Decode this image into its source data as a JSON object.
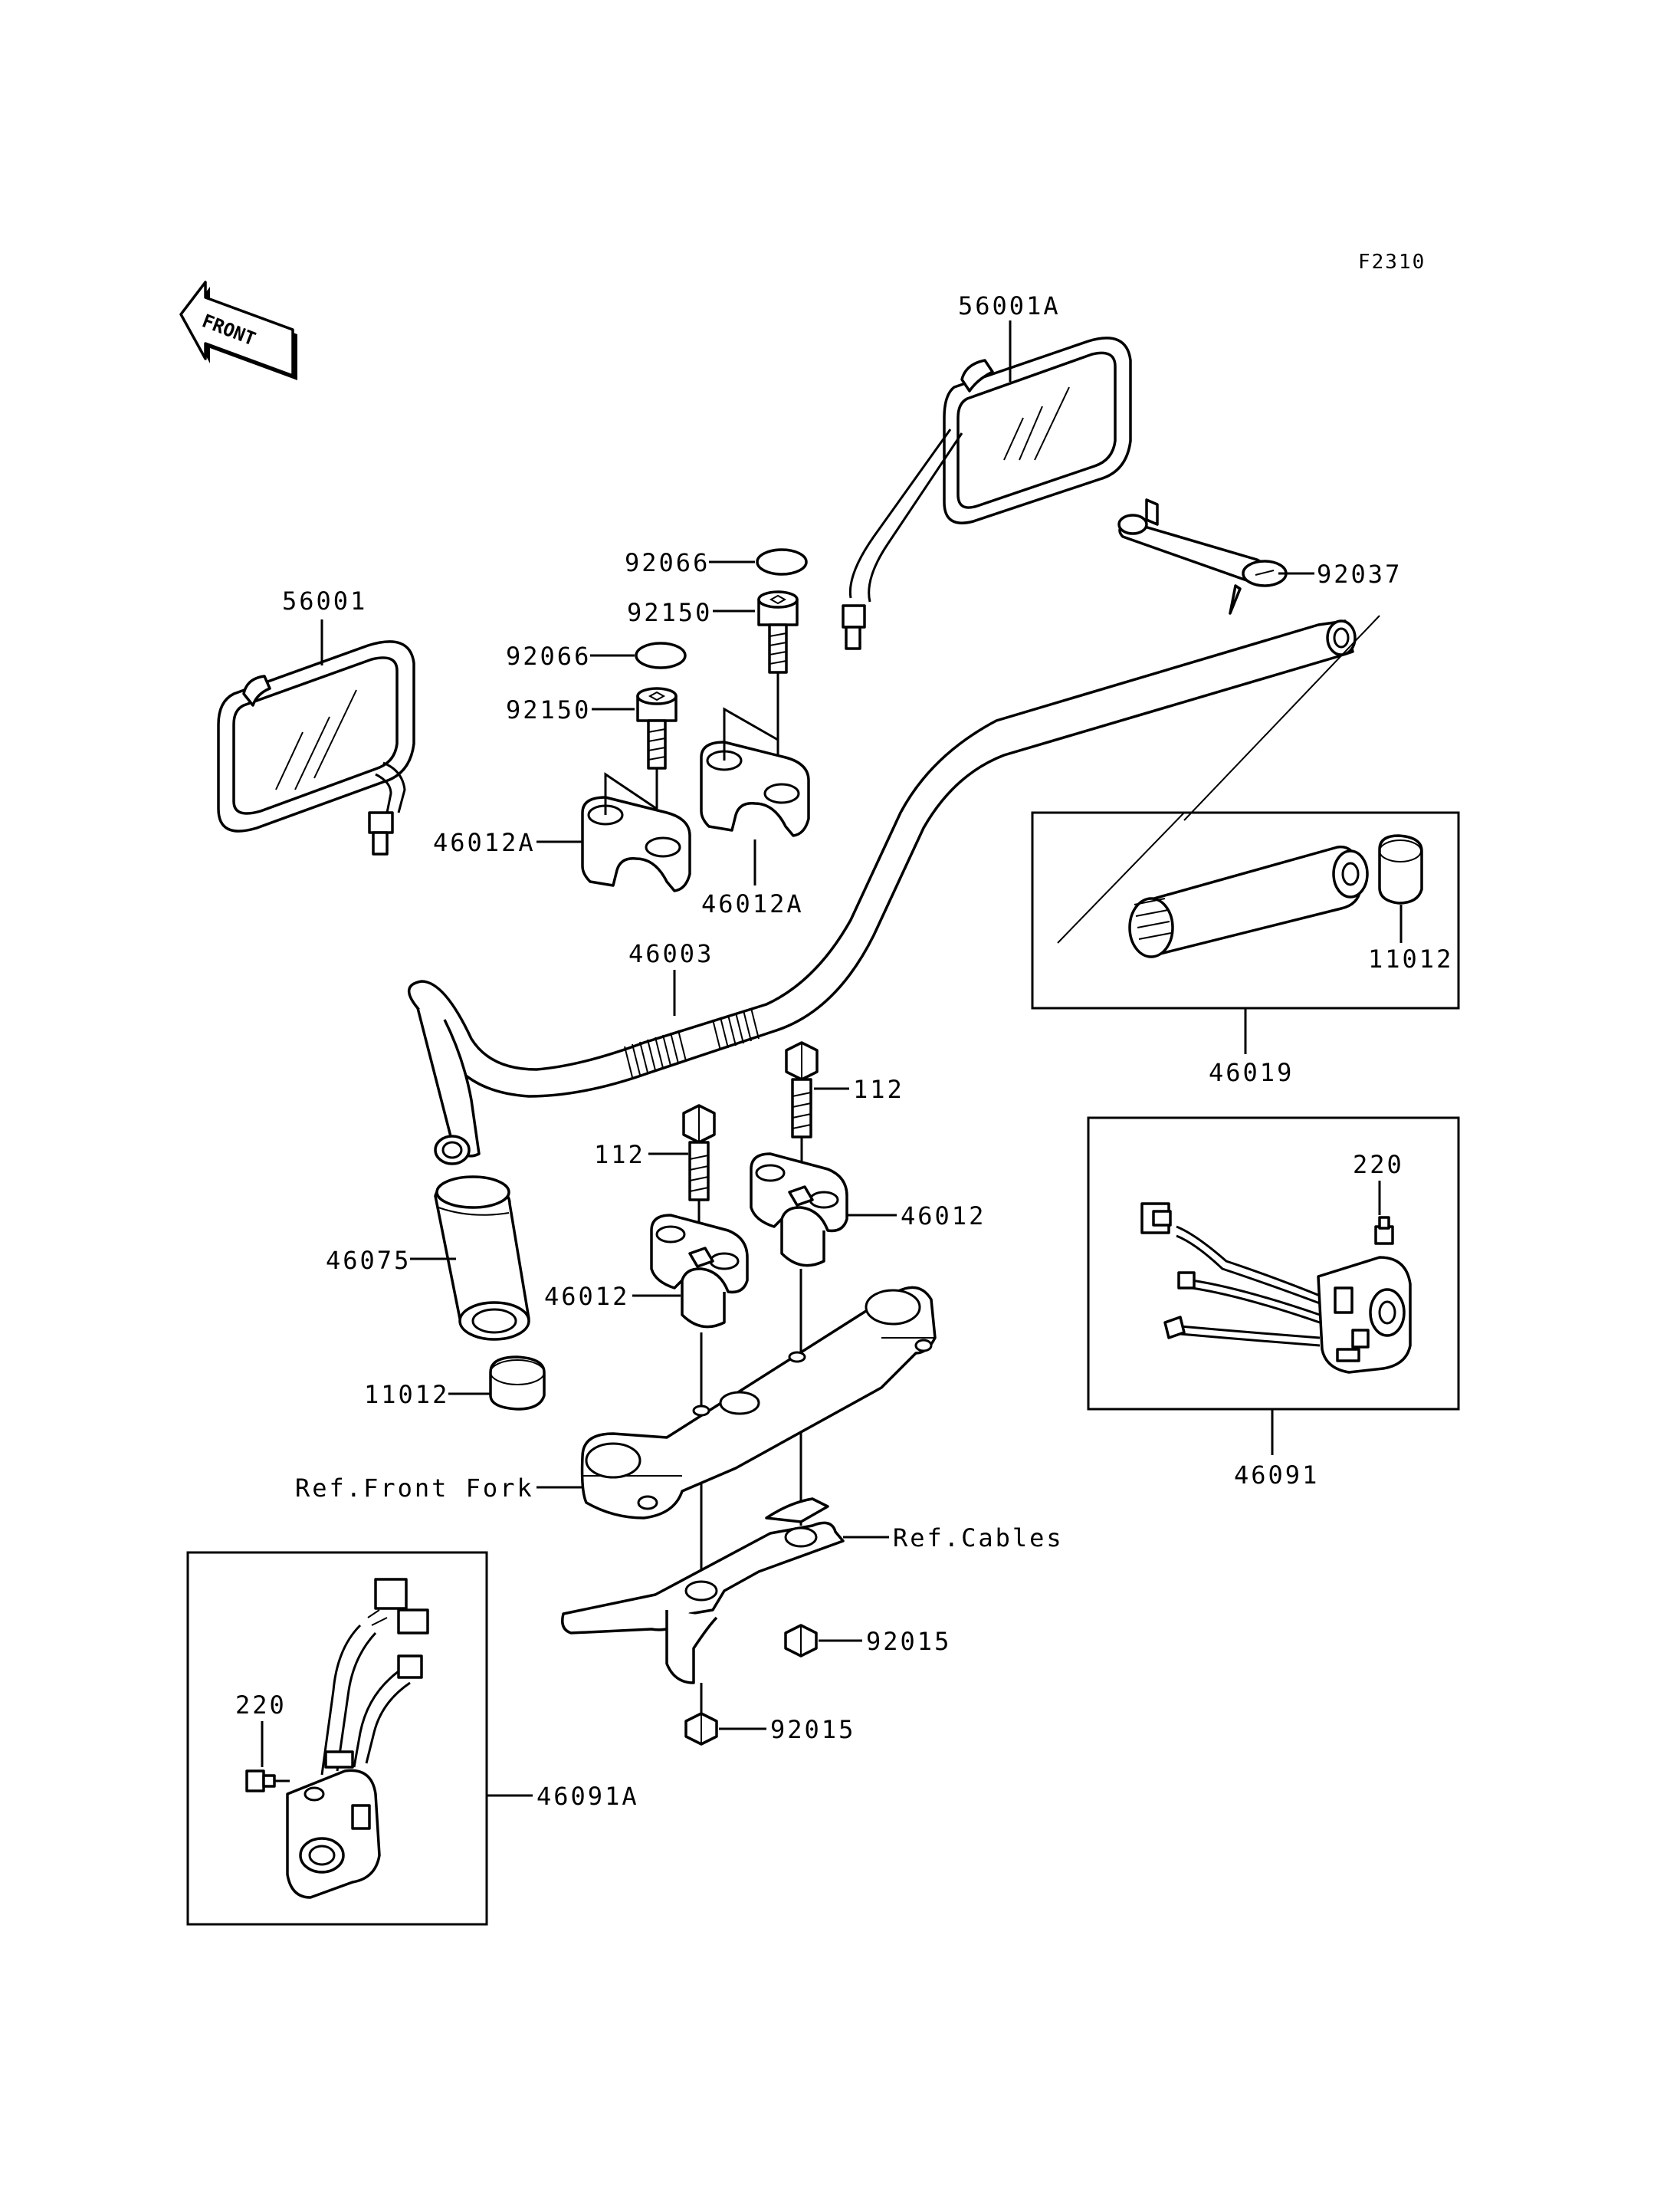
{
  "diagram_code": "F2310",
  "front_arrow_label": "FRONT",
  "labels": {
    "p56001A": "56001A",
    "p56001": "56001",
    "p92037": "92037",
    "p92066_top": "92066",
    "p92150_top": "92150",
    "p92066_low": "92066",
    "p92150_low": "92150",
    "p46012A_left": "46012A",
    "p46012A_right": "46012A",
    "p46003": "46003",
    "p11012_right": "11012",
    "p46019": "46019",
    "p112_right": "112",
    "p112_left": "112",
    "p46012_right": "46012",
    "p46012_left": "46012",
    "p46075": "46075",
    "p11012_left": "11012",
    "p220_right": "220",
    "p46091": "46091",
    "ref_front_fork": "Ref.Front Fork",
    "ref_cables": "Ref.Cables",
    "p92015_upper": "92015",
    "p92015_lower": "92015",
    "p220_left": "220",
    "p46091A": "46091A"
  }
}
